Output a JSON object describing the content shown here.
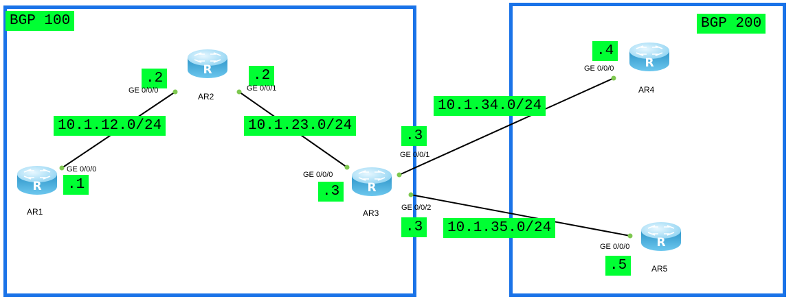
{
  "as_groups": [
    {
      "label": "BGP 100"
    },
    {
      "label": "BGP 200"
    }
  ],
  "routers": [
    {
      "name": "AR1"
    },
    {
      "name": "AR2"
    },
    {
      "name": "AR3"
    },
    {
      "name": "AR4"
    },
    {
      "name": "AR5"
    }
  ],
  "links": [
    {
      "network": "10.1.12.0/24",
      "a": {
        "iface": "GE 0/0/0",
        "ip": ".1"
      },
      "b": {
        "iface": "GE 0/0/0",
        "ip": ".2"
      }
    },
    {
      "network": "10.1.23.0/24",
      "a": {
        "iface": "GE 0/0/1",
        "ip": ".2"
      },
      "b": {
        "iface": "GE 0/0/0",
        "ip": ".3"
      }
    },
    {
      "network": "10.1.34.0/24",
      "a": {
        "iface": "GE 0/0/1",
        "ip": ".3"
      },
      "b": {
        "iface": "GE 0/0/0",
        "ip": ".4"
      }
    },
    {
      "network": "10.1.35.0/24",
      "a": {
        "iface": "GE 0/0/2",
        "ip": ".3"
      },
      "b": {
        "iface": "GE 0/0/0",
        "ip": ".5"
      }
    }
  ],
  "colors": {
    "as_border": "#1a73e8",
    "label_fill": "#00ff33",
    "link_line": "#000000",
    "port_dot": "#7ec850",
    "router_body": "#35a6d9"
  },
  "icons": {
    "router": "router-icon"
  }
}
